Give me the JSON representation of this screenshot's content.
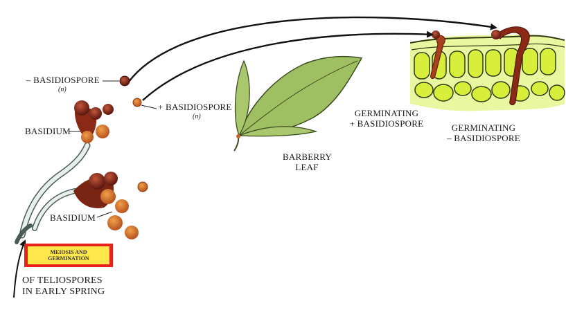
{
  "labels": {
    "neg_basidiospore": "– BASIDIOSPORE",
    "neg_ploidy": "(n)",
    "pos_basidiospore": "+ BASIDIOSPORE",
    "pos_ploidy": "(n)",
    "basidium_upper": "BASIDIUM",
    "basidium_lower": "BASIDIUM",
    "barberry_line1": "BARBERRY",
    "barberry_line2": "LEAF",
    "germ_pos_line1": "GERMINATING",
    "germ_pos_line2": "+ BASIDIOSPORE",
    "germ_neg_line1": "GERMINATING",
    "germ_neg_line2": "– BASIDIOSPORE",
    "teliospores_line1": "OF TELIOSPORES",
    "teliospores_line2": "IN EARLY SPRING"
  },
  "badge": {
    "line1": "MEIOSIS AND",
    "line2": "GERMINATION"
  },
  "colors": {
    "leaf_cell": "#d7ef3a",
    "leaf_outline": "#2f3a12",
    "spore_dark": "#6e1f14",
    "spore_orange": "#c8642a",
    "barberry_leaf": "#9fbf63",
    "badge_red": "#e8221a",
    "badge_yellow": "#ffe64a"
  },
  "icons": [
    "arrow-icon",
    "spore-icon",
    "leaf-icon",
    "basidium-icon",
    "hypha-icon"
  ]
}
